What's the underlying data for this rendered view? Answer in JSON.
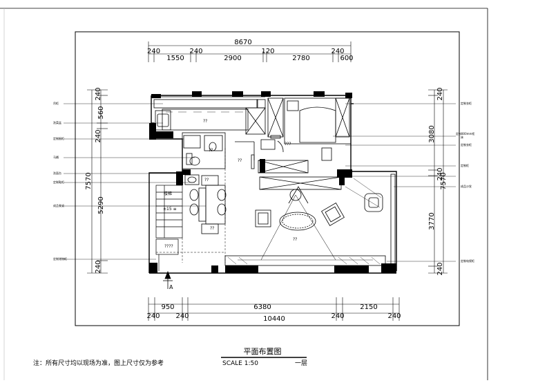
{
  "drawing": {
    "title": "平面布置图",
    "scale": "SCALE 1:50",
    "floor": "一层",
    "note": "注：所有尺寸均以现场为准，图上尺寸仅为参考",
    "north_mark": "A"
  },
  "dimensions": {
    "top_total": "8670",
    "top_segments": [
      "240",
      "1550",
      "240",
      "2900",
      "120",
      "2780",
      "240",
      "600"
    ],
    "bottom_segments": [
      "950",
      "6380",
      "2150"
    ],
    "bottom_sub": [
      "240",
      "240",
      "240",
      "240"
    ],
    "bottom_total": "10440",
    "left_segments": [
      "240",
      "560",
      "240",
      "5290",
      "240"
    ],
    "left_total": "7570",
    "right_segments": [
      "240",
      "3080",
      "240",
      "3770",
      "240"
    ],
    "right_total": "7570"
  },
  "rooms": {
    "stairs": "楼梯",
    "stair_note": "±15 ≡",
    "marks": [
      "??",
      "???",
      "??",
      "????",
      "??",
      "??",
      "??",
      "??"
    ]
  },
  "legend_left": [
    "吊柜",
    "洗菜盆",
    "定制橱柜",
    "马桶",
    "洗面台",
    "定制鞋柜",
    "成品餐桌",
    "定制储物柜"
  ],
  "legend_right": [
    "定制衣柜",
    "床",
    "定制800mm柜",
    "定制衣柜",
    "定制柜",
    "成品沙发",
    "定制电视柜"
  ]
}
